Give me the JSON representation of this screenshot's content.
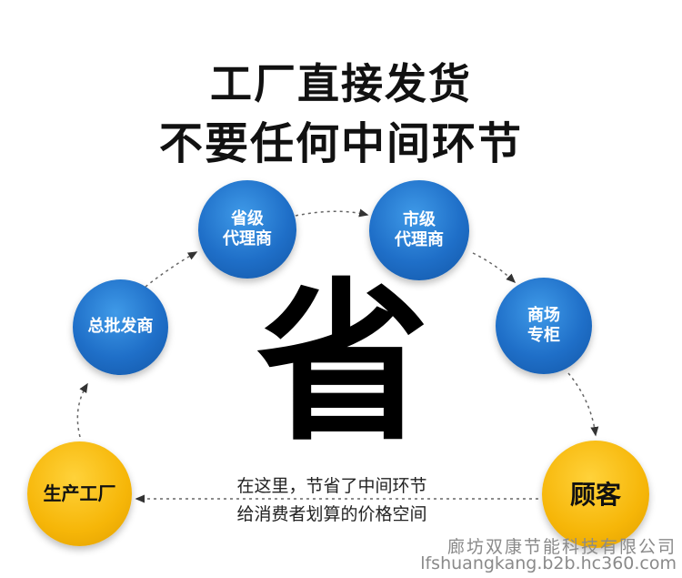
{
  "headline": {
    "line1": "工厂直接发货",
    "line2": "不要任何中间环节"
  },
  "nodes": {
    "factory": "生产工厂",
    "wholesaler": "总批发商",
    "provincial": [
      "省级",
      "代理商"
    ],
    "city": [
      "市级",
      "代理商"
    ],
    "mall": [
      "商场",
      "专柜"
    ],
    "customer": "顾客"
  },
  "center": {
    "char": "省",
    "note_line1": "在这里，节省了中间环节",
    "note_line2": "给消费者划算的价格空间"
  },
  "watermark": {
    "company": "廊坊双康节能科技有限公司",
    "url": "lfshuangkang.b2b.hc360.com"
  },
  "colors": {
    "node_blue": "#1f6fc8",
    "node_yellow": "#f6b608",
    "text_dark": "#111111"
  }
}
